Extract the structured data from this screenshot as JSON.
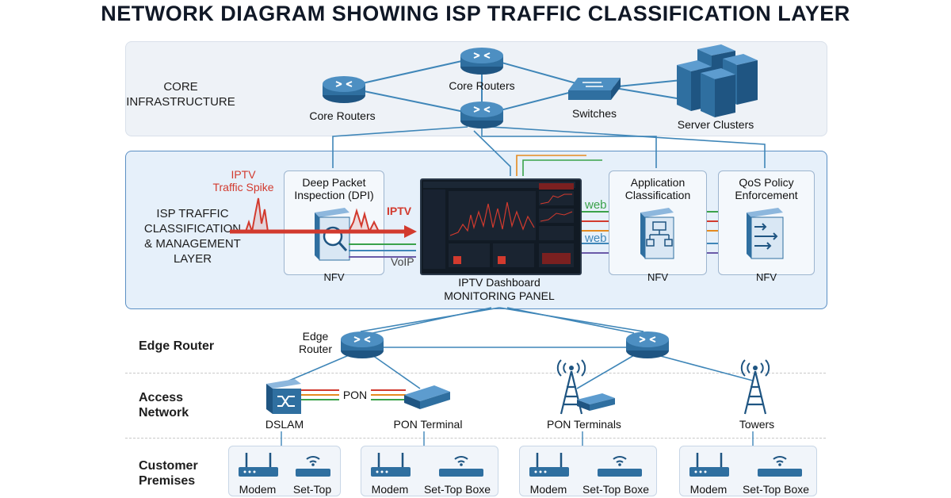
{
  "title": "NETWORK DIAGRAM SHOWING ISP TRAFFIC CLASSIFICATION LAYER",
  "core": {
    "section_label": "CORE\nINFRASTRUCTURE",
    "core_routers_left": "Core Routers",
    "core_routers_top": "Core Routers",
    "switches": "Switches",
    "server_clusters": "Server Clusters"
  },
  "mgmt": {
    "section_label": "ISP TRAFFIC\nCLASSIFICATION\n& MANAGEMENT\nLAYER",
    "spike_label": "IPTV\nTraffic Spike",
    "dpi_title": "Deep Packet\nInspection (DPI)",
    "dpi_nfv": "NFV",
    "iptv_tag": "IPTV",
    "voip_tag": "VoIP",
    "dashboard_caption": "IPTV Dashboard\nMONITORING PANEL",
    "app_class_title": "Application\nClassification",
    "app_nfv": "NFV",
    "web_tag_1": "web",
    "web_tag_2": "web",
    "qos_title": "QoS Policy\nEnforcement",
    "qos_nfv": "NFV"
  },
  "edge": {
    "section_label": "Edge Router",
    "edge_router_label": "Edge\nRouter"
  },
  "access": {
    "section_label": "Access\nNetwork",
    "dslam": "DSLAM",
    "pon_link": "PON",
    "pon_terminal": "PON Terminal",
    "pon_terminals": "PON Terminals",
    "towers": "Towers"
  },
  "premises": {
    "section_label": "Customer\nPremises",
    "groups": [
      {
        "modem": "Modem",
        "stb": "Set-Top"
      },
      {
        "modem": "Modem",
        "stb": "Set-Top Boxe"
      },
      {
        "modem": "Modem",
        "stb": "Set-Top Boxe"
      },
      {
        "modem": "Modem",
        "stb": "Set-Top Boxe"
      }
    ]
  },
  "colors": {
    "router_blue": "#2f6fa0",
    "link_blue": "#3f86b8",
    "spike_red": "#d23a2e",
    "flow_green": "#3aa24a",
    "flow_orange": "#e58a1f",
    "flow_purple": "#6a5aa8",
    "panel_border": "#5b8fc4"
  }
}
